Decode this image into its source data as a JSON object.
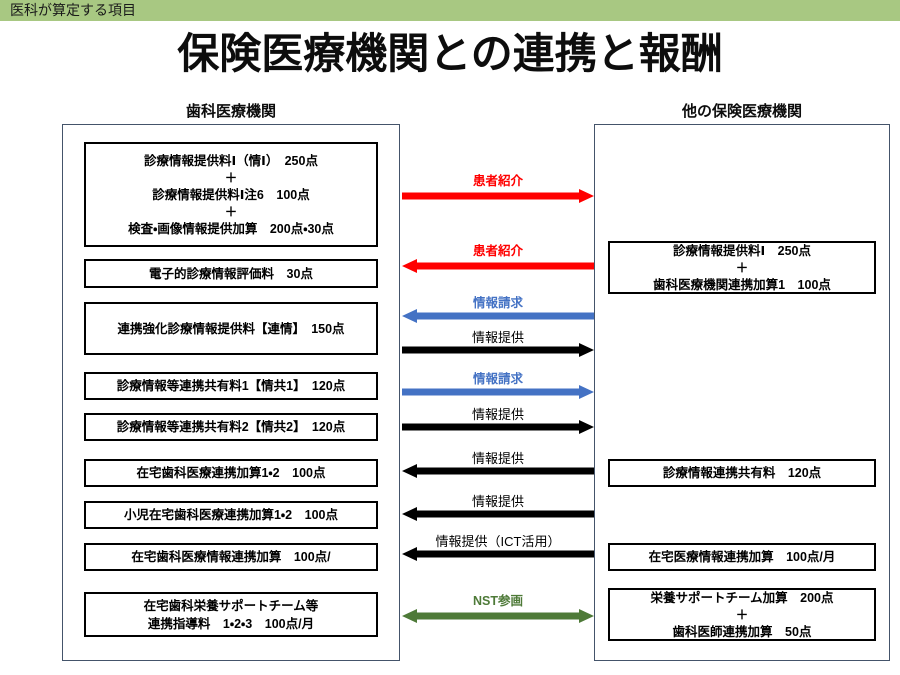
{
  "header": {
    "band_label": "医科が算定する項目",
    "band_color": "#a8c882"
  },
  "title": "保険医療機関との連携と報酬",
  "columns": {
    "left_header": "歯科医療機関",
    "right_header": "他の保険医療機関"
  },
  "left_boxes": [
    {
      "name": "fee-box-joho-teikyo-1",
      "lines": [
        "診療情報提供料Ⅰ（情Ⅰ）　250点",
        "＋",
        "診療情報提供料Ⅰ注6　100点",
        "＋",
        "検査・画像情報提供加算　200点・30点"
      ]
    },
    {
      "name": "fee-box-denshiteki-hyoka",
      "lines": [
        "電子的診療情報評価料　30点"
      ]
    },
    {
      "name": "fee-box-renkei-kyoka",
      "lines": [
        "連携強化診療情報提供料【連情】　150点"
      ]
    },
    {
      "name": "fee-box-renkei-kyoyu-1",
      "lines": [
        "診療情報等連携共有料1【情共1】　120点"
      ]
    },
    {
      "name": "fee-box-renkei-kyoyu-2",
      "lines": [
        "診療情報等連携共有料2【情共2】　120点"
      ]
    },
    {
      "name": "fee-box-zaitaku-shika-renkei",
      "lines": [
        "在宅歯科医療連携加算1・2　100点"
      ]
    },
    {
      "name": "fee-box-shoni-zaitaku-shika-renkei",
      "lines": [
        "小児在宅歯科医療連携加算1・2　100点"
      ]
    },
    {
      "name": "fee-box-zaitaku-shika-joho-renkei",
      "lines": [
        "在宅歯科医療情報連携加算　100点/"
      ]
    },
    {
      "name": "fee-box-zaitaku-shika-eiyo-support",
      "lines": [
        "在宅歯科栄養サポートチーム等",
        "連携指導料　1・2・3　100点/月"
      ]
    }
  ],
  "right_boxes": [
    {
      "name": "fee-box-joho-teikyo-i-renkei",
      "lines": [
        "診療情報提供料Ⅰ　250点",
        "＋",
        "歯科医療機関連携加算1　100点"
      ]
    },
    {
      "name": "fee-box-shinryo-joho-renkei-kyoyu",
      "lines": [
        "診療情報連携共有料　120点"
      ]
    },
    {
      "name": "fee-box-zaitaku-iryo-joho-renkei",
      "lines": [
        "在宅医療情報連携加算　100点/月"
      ]
    },
    {
      "name": "fee-box-eiyo-support-team",
      "lines": [
        "栄養サポートチーム加算　200点",
        "＋",
        "歯科医師連携加算　50点"
      ]
    }
  ],
  "arrows": [
    {
      "name": "arrow-patient-referral-right",
      "label": "患者紹介",
      "color": "#ff0000",
      "direction": "right",
      "bold": true
    },
    {
      "name": "arrow-patient-referral-left",
      "label": "患者紹介",
      "color": "#ff0000",
      "direction": "left",
      "bold": true
    },
    {
      "name": "arrow-info-request-left",
      "label": "情報請求",
      "color": "#4472c4",
      "direction": "left",
      "bold": true
    },
    {
      "name": "arrow-info-provide-right-1",
      "label": "情報提供",
      "color": "#000000",
      "direction": "right",
      "bold": false
    },
    {
      "name": "arrow-info-request-right",
      "label": "情報請求",
      "color": "#4472c4",
      "direction": "right",
      "bold": true
    },
    {
      "name": "arrow-info-provide-right-2",
      "label": "情報提供",
      "color": "#000000",
      "direction": "right",
      "bold": false
    },
    {
      "name": "arrow-info-provide-left-1",
      "label": "情報提供",
      "color": "#000000",
      "direction": "left",
      "bold": false
    },
    {
      "name": "arrow-info-provide-left-2",
      "label": "情報提供",
      "color": "#000000",
      "direction": "left",
      "bold": false
    },
    {
      "name": "arrow-info-provide-ict",
      "label": "情報提供（ICT活用）",
      "color": "#000000",
      "direction": "left",
      "bold": false
    },
    {
      "name": "arrow-nst-participation",
      "label": "NST参画",
      "color": "#4e7a38",
      "direction": "both",
      "bold": true
    }
  ],
  "layout": {
    "left_box_rects": [
      [
        84,
        142,
        294,
        105
      ],
      [
        84,
        259,
        294,
        29
      ],
      [
        84,
        302,
        294,
        53
      ],
      [
        84,
        372,
        294,
        28
      ],
      [
        84,
        413,
        294,
        28
      ],
      [
        84,
        459,
        294,
        28
      ],
      [
        84,
        501,
        294,
        28
      ],
      [
        84,
        543,
        294,
        28
      ],
      [
        84,
        592,
        294,
        45
      ]
    ],
    "right_box_rects": [
      [
        608,
        241,
        268,
        53
      ],
      [
        608,
        459,
        268,
        28
      ],
      [
        608,
        543,
        268,
        28
      ],
      [
        608,
        588,
        268,
        53
      ]
    ],
    "arrow_rects": [
      [
        402,
        174,
        192,
        30
      ],
      [
        402,
        244,
        192,
        30
      ],
      [
        402,
        296,
        192,
        28
      ],
      [
        402,
        330,
        192,
        28
      ],
      [
        402,
        372,
        192,
        28
      ],
      [
        402,
        407,
        192,
        28
      ],
      [
        402,
        451,
        192,
        28
      ],
      [
        402,
        494,
        192,
        28
      ],
      [
        402,
        534,
        192,
        28
      ],
      [
        402,
        594,
        192,
        30
      ]
    ]
  }
}
